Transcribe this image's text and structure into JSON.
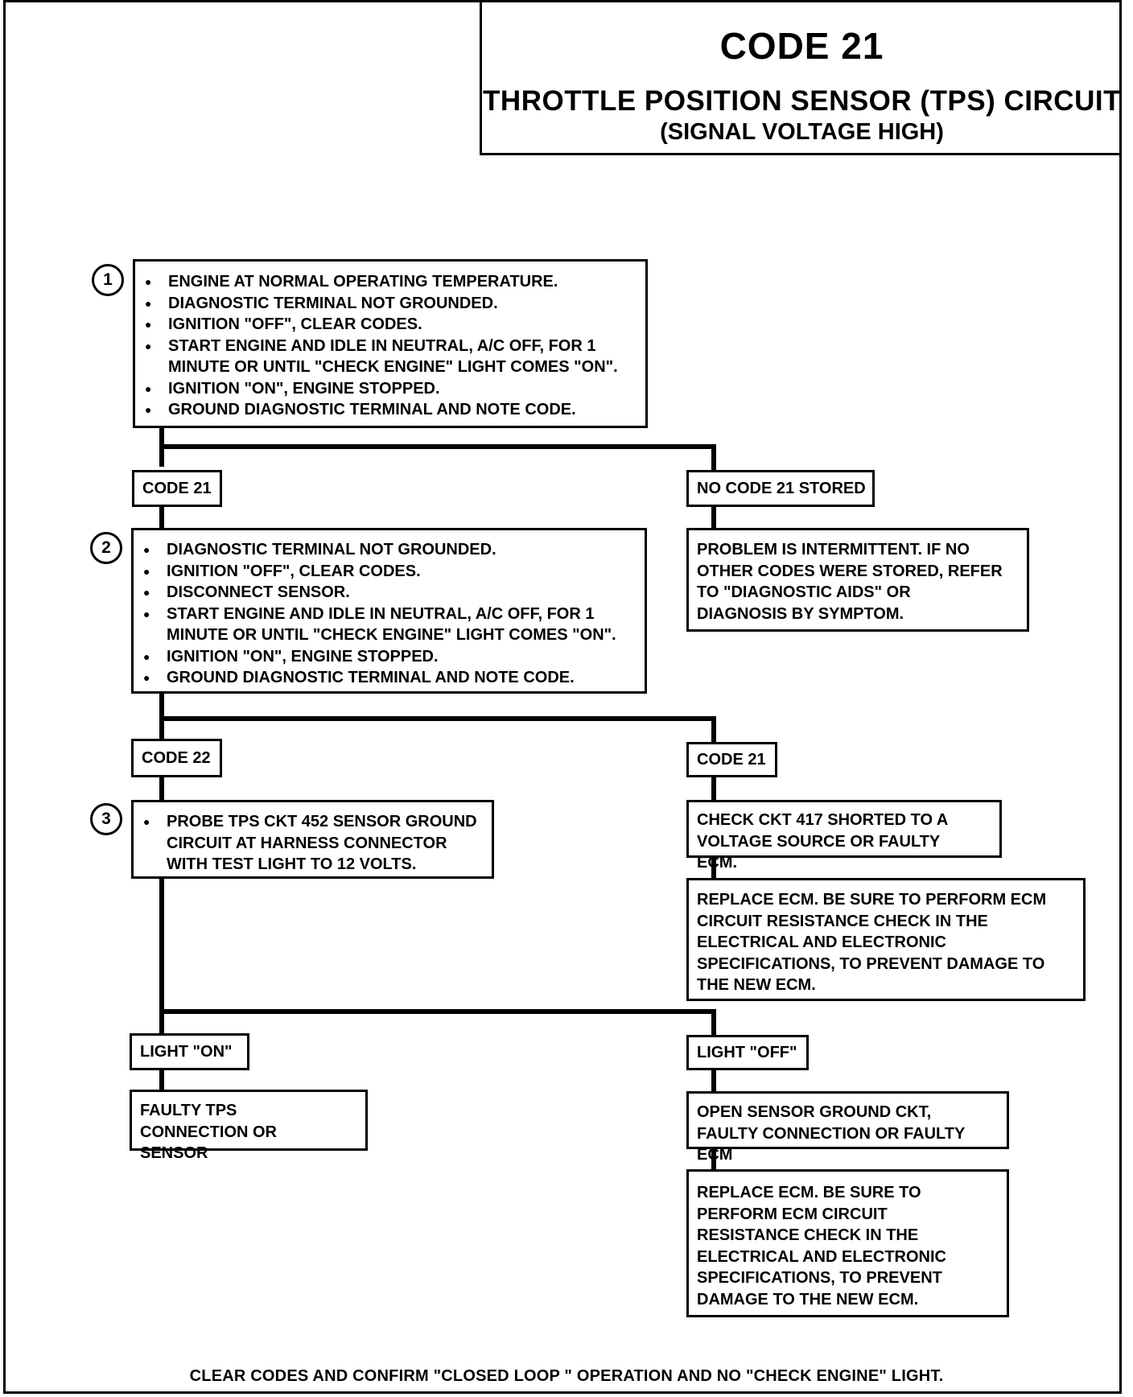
{
  "header": {
    "code": "CODE 21",
    "title": "THROTTLE POSITION SENSOR (TPS)  CIRCUIT",
    "subtitle": "(SIGNAL VOLTAGE HIGH)"
  },
  "steps": {
    "step1": {
      "number": "1",
      "items": [
        "ENGINE AT NORMAL OPERATING TEMPERATURE.",
        "DIAGNOSTIC TERMINAL NOT GROUNDED.",
        "IGNITION \"OFF\", CLEAR CODES.",
        "START ENGINE AND IDLE IN NEUTRAL, A/C OFF, FOR 1 MINUTE OR UNTIL \"CHECK ENGINE\" LIGHT COMES \"ON\".",
        "IGNITION \"ON\", ENGINE STOPPED.",
        "GROUND DIAGNOSTIC TERMINAL AND NOTE CODE."
      ]
    },
    "step2": {
      "number": "2",
      "items": [
        "DIAGNOSTIC TERMINAL NOT GROUNDED.",
        "IGNITION \"OFF\", CLEAR CODES.",
        "DISCONNECT SENSOR.",
        "START ENGINE AND IDLE IN NEUTRAL, A/C OFF, FOR 1 MINUTE OR UNTIL \"CHECK ENGINE\" LIGHT COMES \"ON\".",
        "IGNITION \"ON\", ENGINE STOPPED.",
        "GROUND DIAGNOSTIC TERMINAL AND NOTE CODE."
      ]
    },
    "step3": {
      "number": "3",
      "items": [
        "PROBE TPS CKT 452 SENSOR GROUND CIRCUIT AT HARNESS CONNECTOR WITH TEST LIGHT TO 12 VOLTS."
      ]
    }
  },
  "branches": {
    "b1_left": "CODE 21",
    "b1_right": "NO CODE 21 STORED",
    "b2_left": "CODE 22",
    "b2_right": "CODE 21",
    "b3_left": "LIGHT \"ON\"",
    "b3_right": "LIGHT \"OFF\""
  },
  "results": {
    "intermittent": "PROBLEM IS INTERMITTENT.  IF NO OTHER CODES WERE STORED, REFER TO \"DIAGNOSTIC AIDS\" OR DIAGNOSIS BY SYMPTOM.",
    "check_ckt417": "CHECK CKT 417 SHORTED TO A VOLTAGE SOURCE OR FAULTY ECM.",
    "replace_ecm_1": "REPLACE ECM.  BE SURE TO PERFORM ECM CIRCUIT RESISTANCE CHECK IN THE ELECTRICAL AND ELECTRONIC  SPECIFICATIONS, TO PREVENT DAMAGE TO THE NEW ECM.",
    "faulty_tps": "FAULTY TPS CONNECTION OR SENSOR",
    "open_sensor_ground": "OPEN SENSOR GROUND CKT, FAULTY CONNECTION OR FAULTY ECM",
    "replace_ecm_2": "REPLACE ECM.  BE SURE TO PERFORM ECM CIRCUIT RESISTANCE CHECK IN THE ELECTRICAL AND ELECTRONIC SPECIFICATIONS, TO PREVENT  DAMAGE TO  THE NEW ECM."
  },
  "footer": "CLEAR CODES AND CONFIRM \"CLOSED LOOP \" OPERATION  AND NO \"CHECK ENGINE\" LIGHT."
}
